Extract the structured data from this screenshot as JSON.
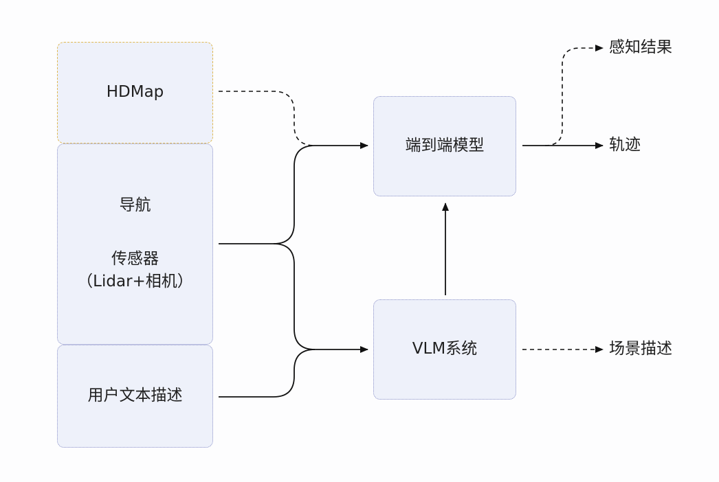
{
  "inputs": {
    "hdmap": "HDMap",
    "navigation": "导航",
    "sensor": "传感器",
    "sensor_detail": "（Lidar+相机）",
    "user_text": "用户文本描述"
  },
  "modules": {
    "e2e_model": "端到端模型",
    "vlm_system": "VLM系统"
  },
  "outputs": {
    "perception": "感知结果",
    "trajectory": "轨迹",
    "scene_description": "场景描述"
  },
  "colors": {
    "box_fill": "#eef1fa",
    "box_border": "#8a90c8",
    "hdmap_border": "#e0b84f",
    "line": "#111111"
  }
}
